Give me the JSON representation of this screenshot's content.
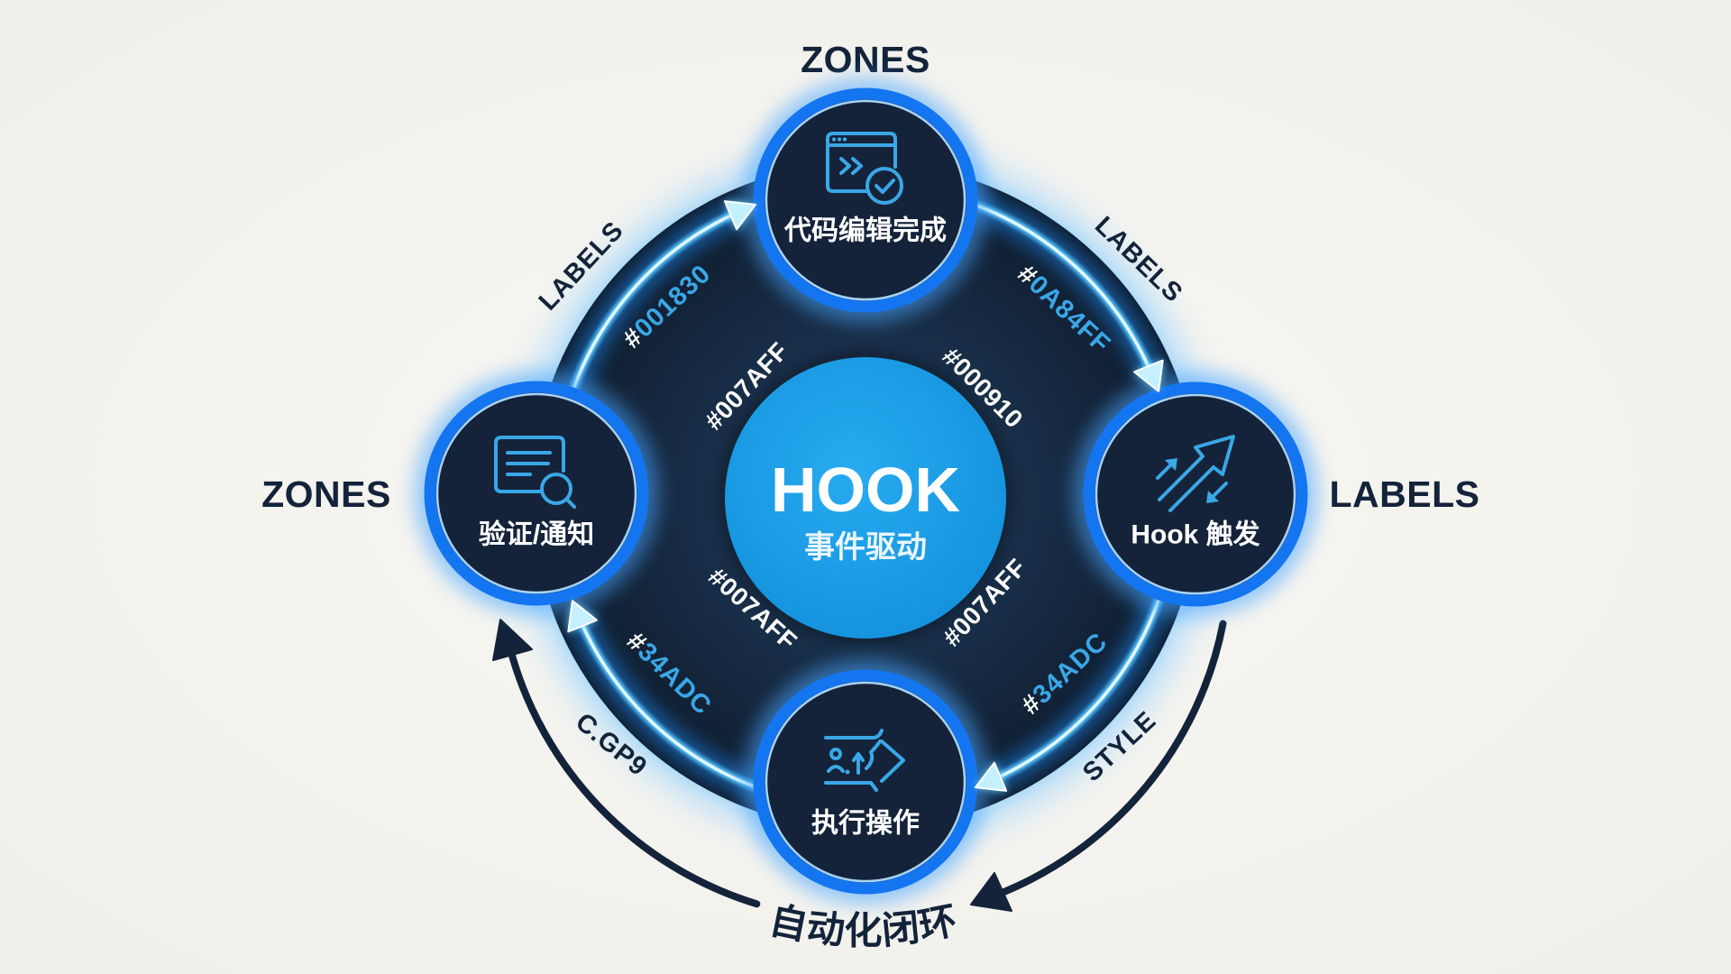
{
  "diagram": {
    "title_labels": {
      "top": "ZONES",
      "left": "ZONES",
      "right": "LABELS"
    },
    "hub": {
      "title": "HOOK",
      "subtitle": "事件驱动"
    },
    "nodes": [
      {
        "position": "top",
        "label": "代码编辑完成",
        "icon": "code-window-check-icon"
      },
      {
        "position": "right",
        "label": "Hook 触发",
        "icon": "trigger-arrows-icon"
      },
      {
        "position": "bottom",
        "label": "执行操作",
        "icon": "execute-action-icon"
      },
      {
        "position": "left",
        "label": "验证/通知",
        "icon": "document-search-icon"
      }
    ],
    "flow_arcs": [
      {
        "position": "top-left",
        "code_prefix": "#",
        "code": "001830",
        "outer_label": "LABELS"
      },
      {
        "position": "top-right",
        "code_prefix": "#",
        "code": "0A84FF",
        "outer_label": "LABELS"
      },
      {
        "position": "bottom-right",
        "code_prefix": "#",
        "code": "34ADC",
        "outer_label": "STYLE"
      },
      {
        "position": "bottom-left",
        "code_prefix": "#",
        "code": "34ADC",
        "outer_label": "C.GP9"
      }
    ],
    "hub_ring_labels": [
      {
        "position": "top-left",
        "text": "#007AFF"
      },
      {
        "position": "top-right",
        "text": "#000910"
      },
      {
        "position": "bottom-left",
        "text": "#007AFF"
      },
      {
        "position": "bottom-right",
        "text": "#007AFF"
      }
    ],
    "loop": {
      "label": "自动化闭环"
    }
  },
  "colors": {
    "background": "#F4F3EF",
    "navy": "#13233A",
    "ring_blue": "#1475F0",
    "hub_blue": "#189DE8",
    "accent_cyan": "#3AA7E6",
    "glow": "#6FD3FF"
  }
}
